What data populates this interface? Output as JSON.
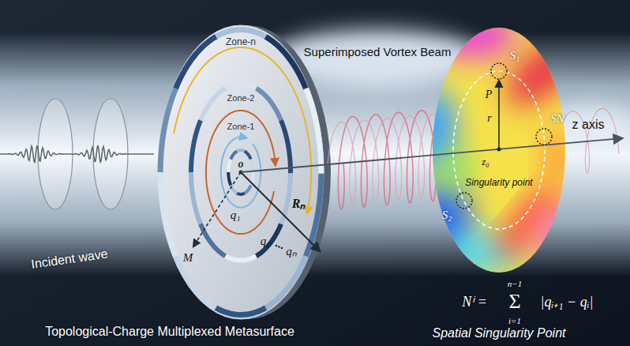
{
  "diagram": {
    "labels": [
      "Zone-n",
      "Zone-2",
      "Zone-1",
      "o",
      "q₁",
      "M",
      "q₂",
      "qₙ",
      "Rₙ",
      "Incident wave",
      "Superimposed Vortex Beam",
      "z axis",
      "S₁",
      "P",
      "r",
      "z₀",
      "S₂",
      "SN",
      "Singularity point",
      "Nⁱ =",
      "n−1",
      "Σ",
      "i=1",
      "|qᵢ₊₁ − qᵢ|",
      "Topological-Charge Multiplexed Metasurface",
      "Spatial Singularity Point"
    ]
  }
}
